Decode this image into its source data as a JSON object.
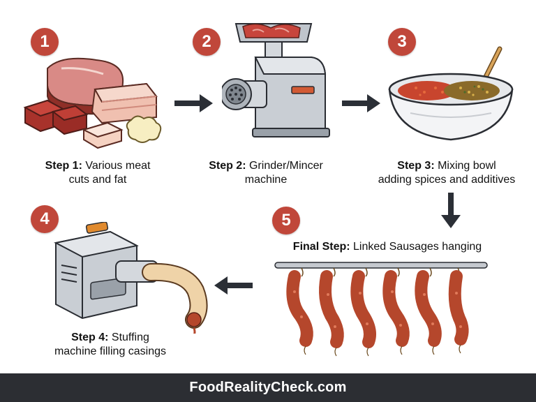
{
  "steps": [
    {
      "number": "1",
      "title": "Step 1:",
      "text_line1": "Various meat",
      "text_line2": "cuts and fat"
    },
    {
      "number": "2",
      "title": "Step 2:",
      "text_line1": "Grinder/Mincer",
      "text_line2": "machine"
    },
    {
      "number": "3",
      "title": "Step 3:",
      "text_line1": "Mixing bowl",
      "text_line2": "adding spices and additives"
    },
    {
      "number": "4",
      "title": "Step 4:",
      "text_line1": "Stuffing",
      "text_line2": "machine filling casings"
    },
    {
      "number": "5",
      "title": "Final Step:",
      "text_line1": "Linked Sausages hanging",
      "text_line2": ""
    }
  ],
  "footer": {
    "text": "FoodRealityCheck.com"
  },
  "colors": {
    "badge": "#c0473a",
    "arrow": "#2b2f36",
    "footer_bg": "#2c2e33",
    "sausage": "#b5472c"
  }
}
